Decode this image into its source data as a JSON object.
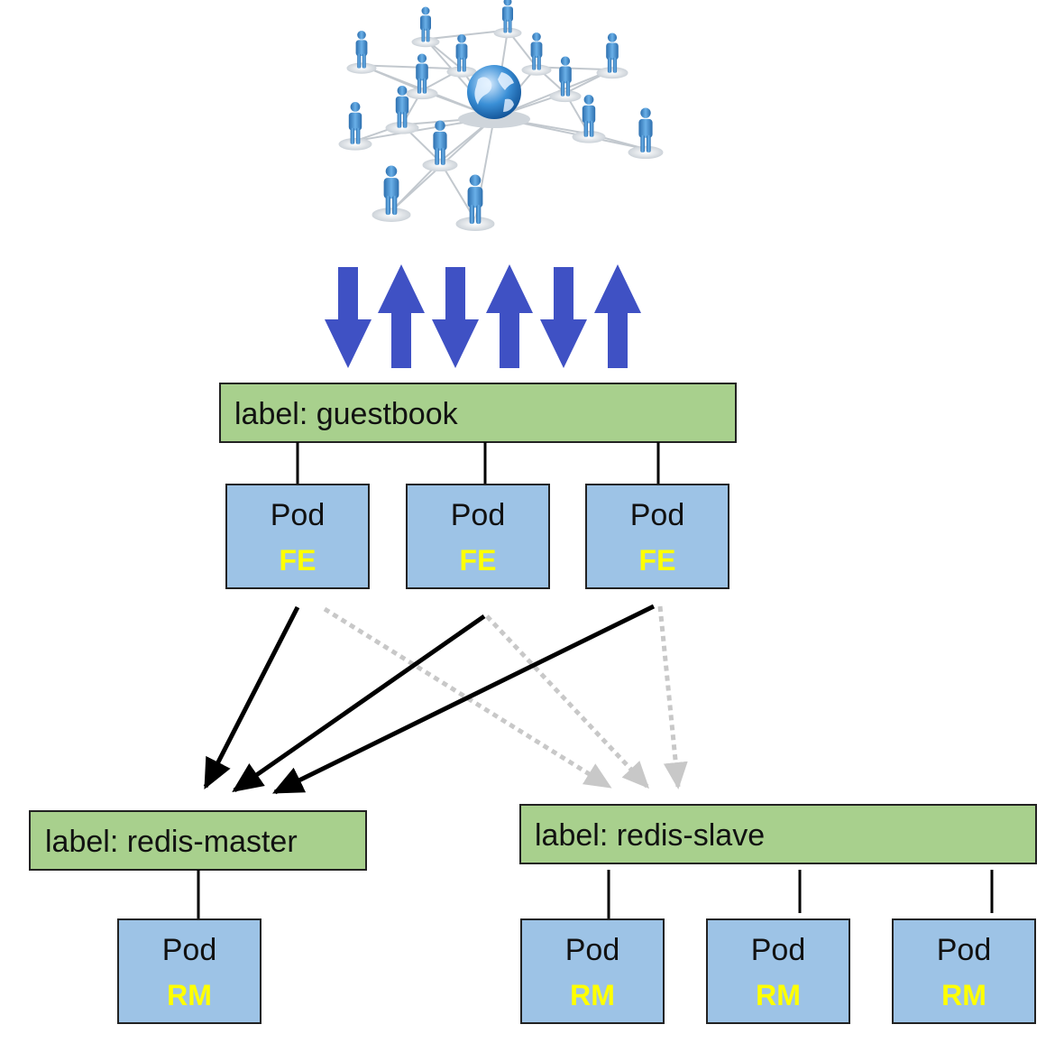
{
  "colors": {
    "label_fill": "#a8d08d",
    "pod_fill": "#9dc3e6",
    "role_text": "#ffff00",
    "traffic_arrow": "#3f51c4",
    "master_arrow": "#000000",
    "slave_arrow": "#bdbdbd"
  },
  "icons": {
    "users": "user-network-icon",
    "globe": "globe-icon"
  },
  "guestbook": {
    "label": "label: guestbook",
    "pods": [
      {
        "title": "Pod",
        "role": "FE"
      },
      {
        "title": "Pod",
        "role": "FE"
      },
      {
        "title": "Pod",
        "role": "FE"
      }
    ]
  },
  "redis_master": {
    "label": "label: redis-master",
    "pods": [
      {
        "title": "Pod",
        "role": "RM"
      }
    ]
  },
  "redis_slave": {
    "label": "label: redis-slave",
    "pods": [
      {
        "title": "Pod",
        "role": "RM"
      },
      {
        "title": "Pod",
        "role": "RM"
      },
      {
        "title": "Pod",
        "role": "RM"
      }
    ]
  }
}
